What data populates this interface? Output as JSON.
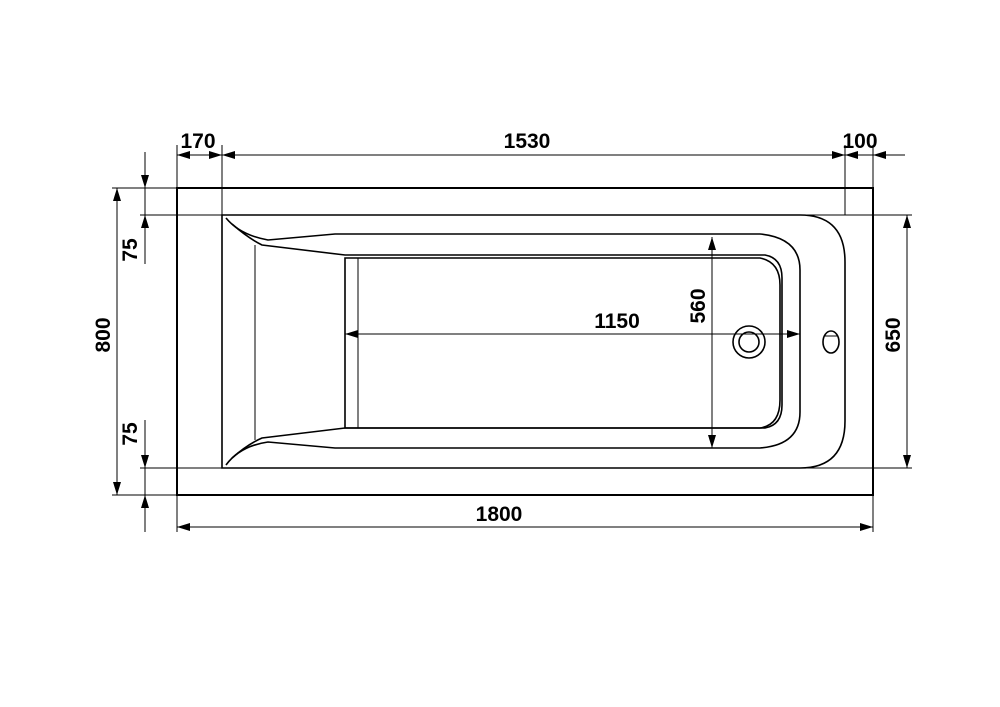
{
  "dimensions": {
    "top_left_offset": "170",
    "top_inner_length": "1530",
    "top_right_offset": "100",
    "overall_length": "1800",
    "overall_width": "800",
    "rim_top": "75",
    "rim_bottom": "75",
    "inner_width": "650",
    "bottom_length": "1150",
    "bottom_width": "560"
  },
  "colors": {
    "line": "#000000",
    "background": "#ffffff"
  }
}
